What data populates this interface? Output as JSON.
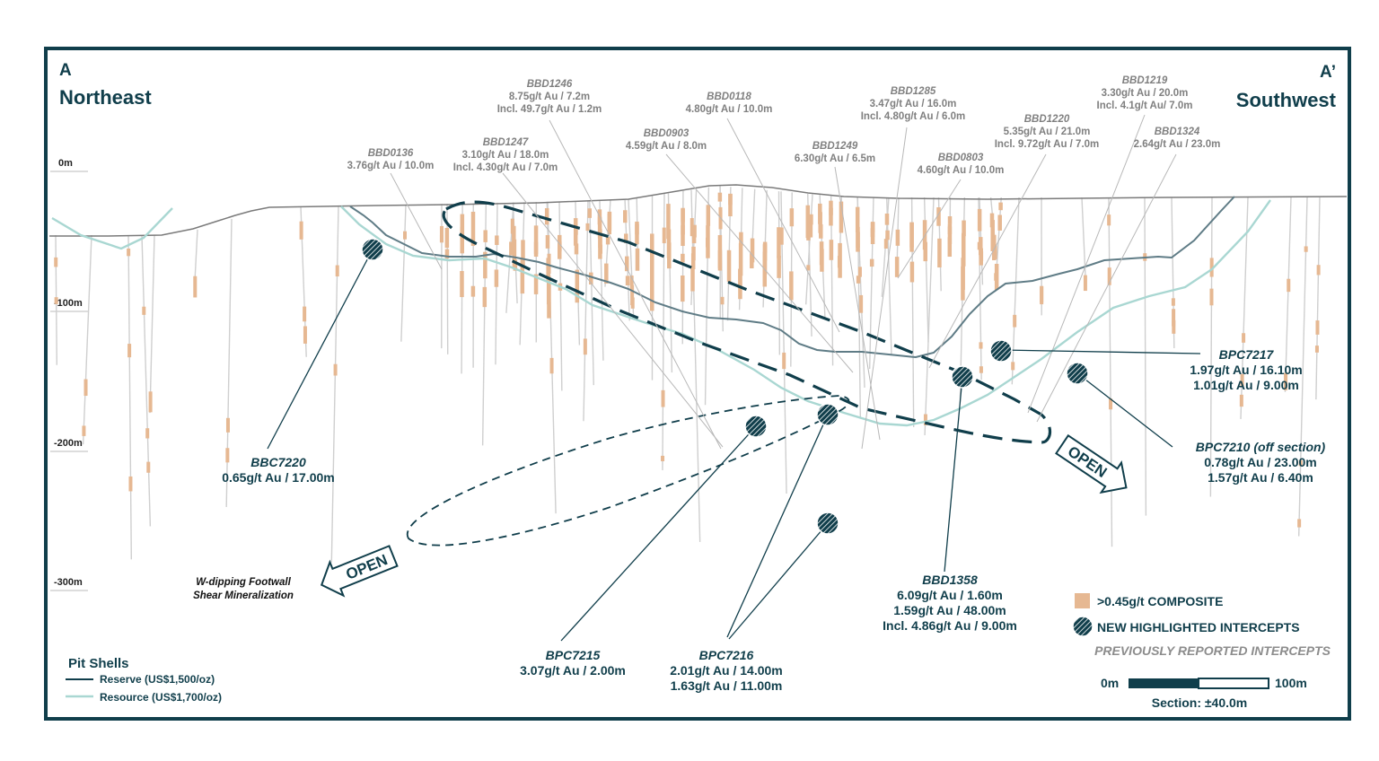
{
  "section": {
    "start_letter": "A",
    "end_letter": "A’",
    "start_direction": "Northeast",
    "end_direction": "Southwest"
  },
  "depth_labels": [
    "0m",
    "-100m",
    "-200m",
    "-300m"
  ],
  "previous_intercepts": [
    {
      "hole": "BBD0136",
      "lines": [
        "3.76g/t Au / 10.0m"
      ]
    },
    {
      "hole": "BBD1247",
      "lines": [
        "3.10g/t Au / 18.0m",
        "Incl. 4.30g/t Au / 7.0m"
      ]
    },
    {
      "hole": "BBD1246",
      "lines": [
        "8.75g/t Au / 7.2m",
        "Incl. 49.7g/t Au / 1.2m"
      ]
    },
    {
      "hole": "BBD0903",
      "lines": [
        "4.59g/t Au / 8.0m"
      ]
    },
    {
      "hole": "BBD0118",
      "lines": [
        "4.80g/t Au / 10.0m"
      ]
    },
    {
      "hole": "BBD1249",
      "lines": [
        "6.30g/t Au / 6.5m"
      ]
    },
    {
      "hole": "BBD1285",
      "lines": [
        "3.47g/t Au / 16.0m",
        "Incl. 4.80g/t Au / 6.0m"
      ]
    },
    {
      "hole": "BBD0803",
      "lines": [
        "4.60g/t Au / 10.0m"
      ]
    },
    {
      "hole": "BBD1220",
      "lines": [
        "5.35g/t Au / 21.0m",
        "Incl. 9.72g/t Au / 7.0m"
      ]
    },
    {
      "hole": "BBD1219",
      "lines": [
        "3.30g/t Au / 20.0m",
        "Incl. 4.1g/t Au/ 7.0m"
      ]
    },
    {
      "hole": "BBD1324",
      "lines": [
        "2.64g/t Au / 23.0m"
      ]
    }
  ],
  "new_intercepts": [
    {
      "hole": "BBC7220",
      "lines": [
        "0.65g/t Au / 17.00m"
      ]
    },
    {
      "hole": "BPC7217",
      "lines": [
        "1.97g/t Au / 16.10m",
        "1.01g/t Au / 9.00m"
      ]
    },
    {
      "hole": "BPC7210 (off section)",
      "lines": [
        "0.78g/t Au / 23.00m",
        "1.57g/t Au / 6.40m"
      ]
    },
    {
      "hole": "BBD1358",
      "lines": [
        "6.09g/t Au / 1.60m",
        "1.59g/t Au / 48.00m",
        "Incl. 4.86g/t Au / 9.00m"
      ]
    },
    {
      "hole": "BPC7215",
      "lines": [
        "3.07g/t Au / 2.00m"
      ]
    },
    {
      "hole": "BPC7216",
      "lines": [
        "2.01g/t Au / 14.00m",
        "1.63g/t Au / 11.00m"
      ]
    }
  ],
  "open_labels": [
    "OPEN",
    "OPEN"
  ],
  "footwall_note": [
    "W-dipping Footwall",
    "Shear Mineralization"
  ],
  "legend": {
    "composite": ">0.45g/t COMPOSITE",
    "new_intercepts": "NEW HIGHLIGHTED INTERCEPTS",
    "previous": "PREVIOUSLY REPORTED INTERCEPTS"
  },
  "pit_shells": {
    "title": "Pit Shells",
    "reserve": "Reserve (US$1,500/oz)",
    "resource": "Resource (US$1,700/oz)"
  },
  "scale": {
    "start": "0m",
    "end": "100m",
    "section": "Section: ±40.0m"
  },
  "colors": {
    "navy": "#103e4b",
    "reserve_line": "#5f7c86",
    "resource_line": "#a9d7d2",
    "composite": "#e6b892",
    "hole": "#cfcfcf",
    "previous_text": "#808080"
  }
}
